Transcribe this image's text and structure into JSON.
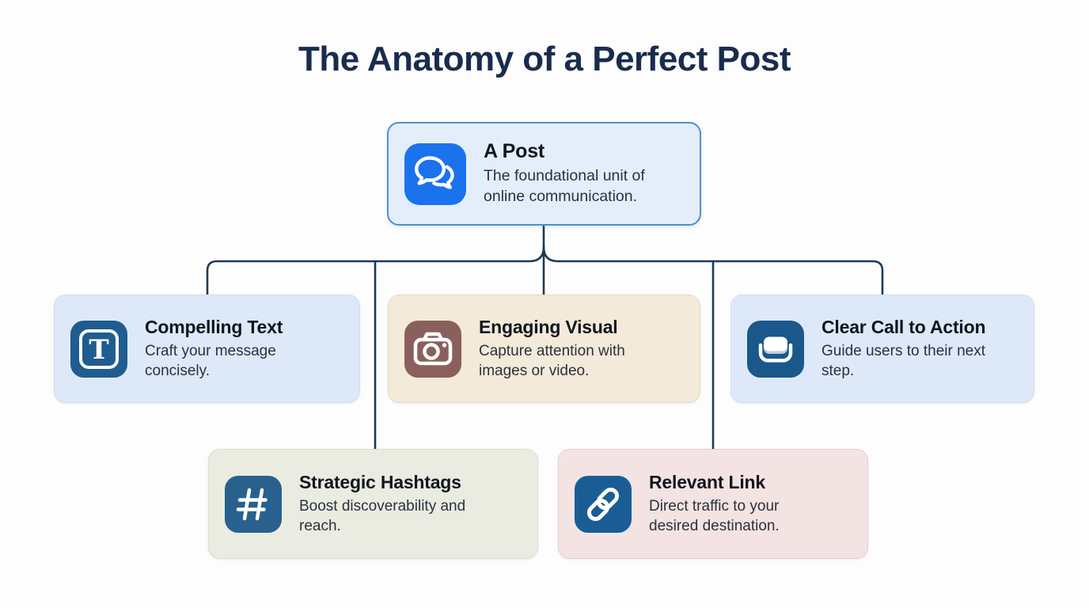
{
  "page": {
    "title": "The Anatomy of a Perfect Post",
    "title_color": "#192c4e",
    "background": "#fdfdfd",
    "connector_color": "#1d3a57"
  },
  "root": {
    "title": "A Post",
    "description": "The foundational unit of online communication.",
    "icon": "chat-bubbles-icon",
    "icon_bg": "#1a73ec",
    "card_bg": "#e4eefb",
    "card_border": "#4a90d8"
  },
  "nodes": [
    {
      "title": "Compelling Text",
      "description": "Craft your message concisely.",
      "icon": "text-format-icon",
      "icon_bg": "#1f5c8f",
      "card_bg": "#dde9f8",
      "card_border": "#cfdef1"
    },
    {
      "title": "Engaging Visual",
      "description": "Capture attention with images or video.",
      "icon": "camera-icon",
      "icon_bg": "#8a605d",
      "card_bg": "#f4ead9",
      "card_border": "#e7d8c2"
    },
    {
      "title": "Clear Call to Action",
      "description": "Guide users to their next step.",
      "icon": "button-icon",
      "icon_bg": "#1a578b",
      "card_bg": "#dde9f8",
      "card_border": "#cfdef1"
    },
    {
      "title": "Strategic Hashtags",
      "description": "Boost discoverability and reach.",
      "icon": "hashtag-icon",
      "icon_bg": "#28618e",
      "card_bg": "#eaece1",
      "card_border": "#dbdecb"
    },
    {
      "title": "Relevant Link",
      "description": "Direct traffic to your desired destination.",
      "icon": "link-icon",
      "icon_bg": "#1a5d95",
      "card_bg": "#f4e3e3",
      "card_border": "#e6cfcf"
    }
  ]
}
